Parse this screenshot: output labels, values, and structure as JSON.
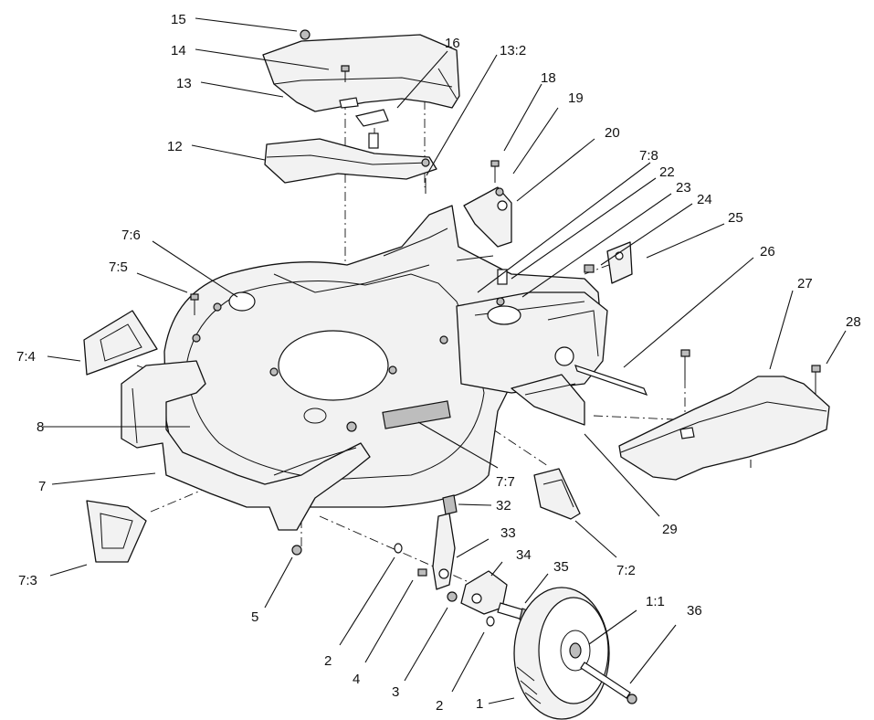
{
  "callouts": [
    {
      "id": "c15",
      "text": "15"
    },
    {
      "id": "c14",
      "text": "14"
    },
    {
      "id": "c13",
      "text": "13"
    },
    {
      "id": "c16",
      "text": "16"
    },
    {
      "id": "c13_2",
      "text": "13:2"
    },
    {
      "id": "c12",
      "text": "12"
    },
    {
      "id": "c18",
      "text": "18"
    },
    {
      "id": "c19",
      "text": "19"
    },
    {
      "id": "c20",
      "text": "20"
    },
    {
      "id": "c7_8",
      "text": "7:8"
    },
    {
      "id": "c22",
      "text": "22"
    },
    {
      "id": "c23",
      "text": "23"
    },
    {
      "id": "c24",
      "text": "24"
    },
    {
      "id": "c25",
      "text": "25"
    },
    {
      "id": "c26",
      "text": "26"
    },
    {
      "id": "c27",
      "text": "27"
    },
    {
      "id": "c28",
      "text": "28"
    },
    {
      "id": "c7_6",
      "text": "7:6"
    },
    {
      "id": "c7_5",
      "text": "7:5"
    },
    {
      "id": "c7_4",
      "text": "7:4"
    },
    {
      "id": "c8",
      "text": "8"
    },
    {
      "id": "c7",
      "text": "7"
    },
    {
      "id": "c7_3",
      "text": "7:3"
    },
    {
      "id": "c5",
      "text": "5"
    },
    {
      "id": "c7_7",
      "text": "7:7"
    },
    {
      "id": "c32",
      "text": "32"
    },
    {
      "id": "c33",
      "text": "33"
    },
    {
      "id": "c34",
      "text": "34"
    },
    {
      "id": "c35",
      "text": "35"
    },
    {
      "id": "c1_1",
      "text": "1:1"
    },
    {
      "id": "c36",
      "text": "36"
    },
    {
      "id": "c29",
      "text": "29"
    },
    {
      "id": "c7_2",
      "text": "7:2"
    },
    {
      "id": "c2a",
      "text": "2"
    },
    {
      "id": "c4",
      "text": "4"
    },
    {
      "id": "c3",
      "text": "3"
    },
    {
      "id": "c2b",
      "text": "2"
    },
    {
      "id": "c1",
      "text": "1"
    }
  ]
}
